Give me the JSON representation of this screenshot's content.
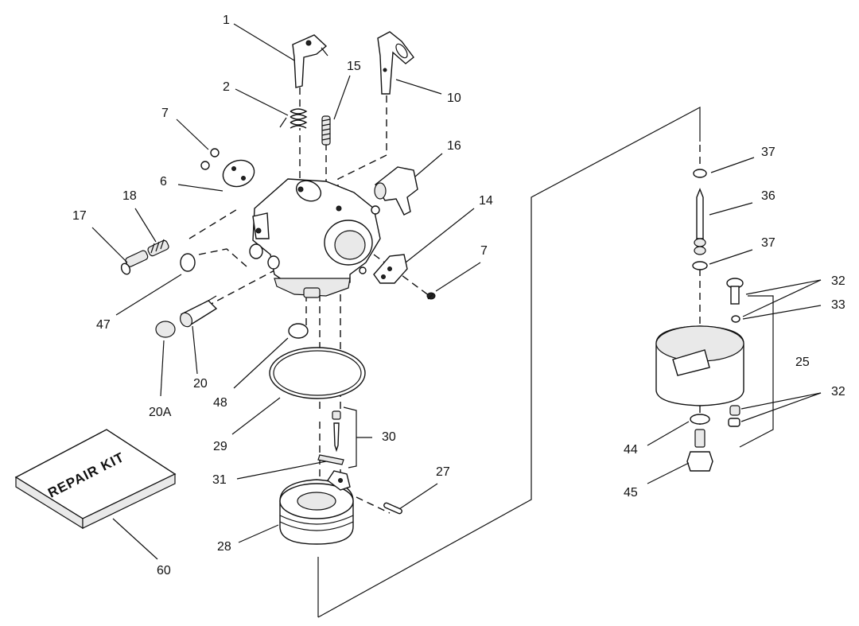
{
  "labels": {
    "p1": "1",
    "p2": "2",
    "p15": "15",
    "p10": "10",
    "p7a": "7",
    "p16": "16",
    "p6": "6",
    "p18": "18",
    "p17": "17",
    "p14": "14",
    "p7b": "7",
    "p47": "47",
    "p20": "20",
    "p20a": "20A",
    "p48": "48",
    "p29": "29",
    "p30": "30",
    "p31": "31",
    "p27": "27",
    "p28": "28",
    "p60": "60",
    "p37a": "37",
    "p36": "36",
    "p37b": "37",
    "p32a": "32",
    "p33": "33",
    "p25": "25",
    "p32b": "32",
    "p44": "44",
    "p45": "45"
  },
  "repair_kit_text": "REPAIR KIT"
}
